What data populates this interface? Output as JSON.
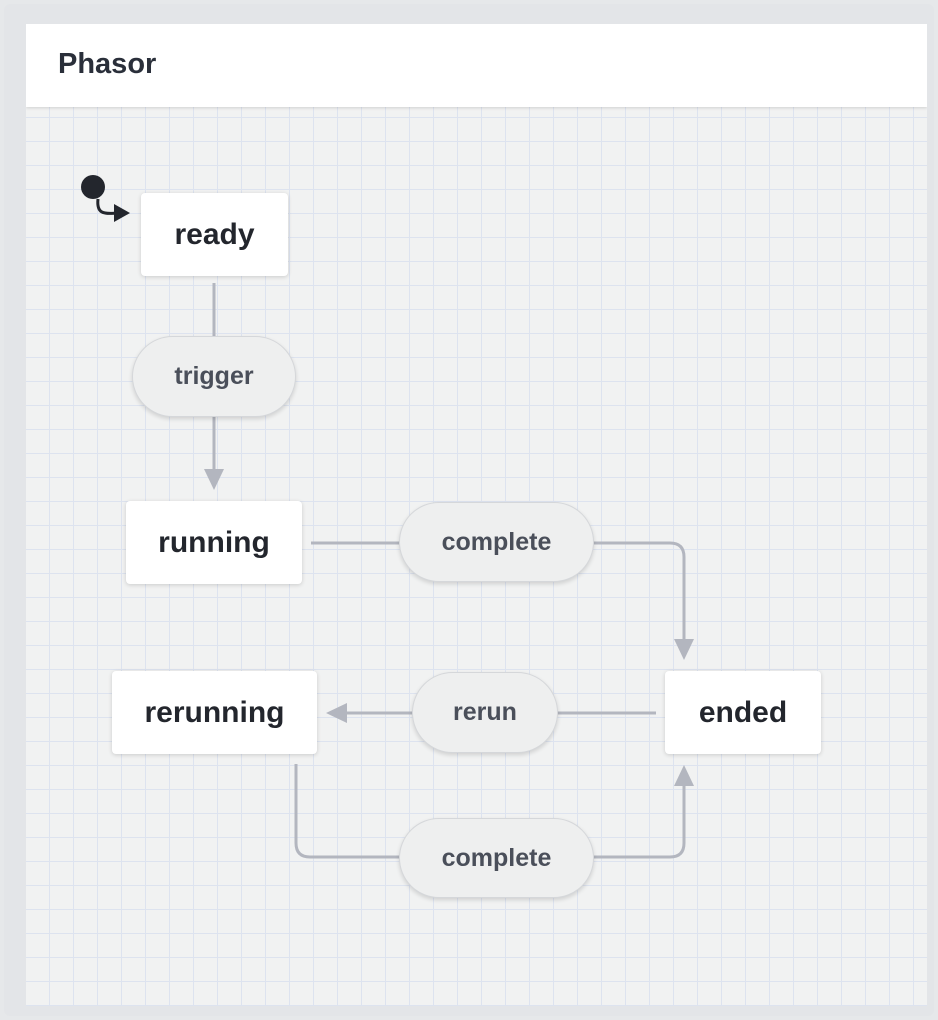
{
  "diagram": {
    "title": "Phasor",
    "initial_state": "ready",
    "states": {
      "ready": "ready",
      "running": "running",
      "rerunning": "rerunning",
      "ended": "ended"
    },
    "transitions": [
      {
        "event": "trigger",
        "from": "ready",
        "to": "running"
      },
      {
        "event": "complete",
        "from": "running",
        "to": "ended"
      },
      {
        "event": "rerun",
        "from": "ended",
        "to": "rerunning"
      },
      {
        "event": "complete",
        "from": "rerunning",
        "to": "ended"
      }
    ],
    "colors": {
      "edge": "#b3b6bf",
      "initial_marker": "#23262d",
      "grid": "#dde3ef",
      "background": "#f1f2f2"
    }
  }
}
